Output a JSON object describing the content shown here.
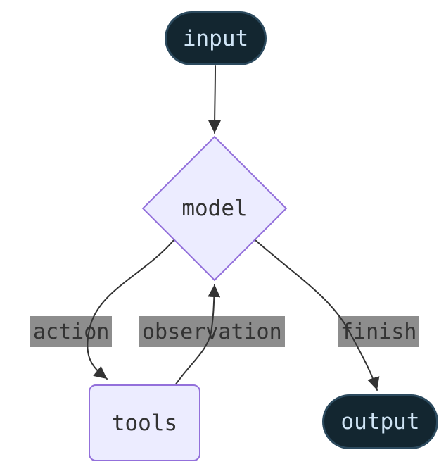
{
  "diagram": {
    "type": "flowchart",
    "nodes": {
      "input": {
        "label": "input",
        "shape": "stadium"
      },
      "model": {
        "label": "model",
        "shape": "diamond"
      },
      "tools": {
        "label": "tools",
        "shape": "rounded-rect"
      },
      "output": {
        "label": "output",
        "shape": "stadium"
      }
    },
    "edges": {
      "input_to_model": {
        "from": "input",
        "to": "model",
        "label": ""
      },
      "model_to_tools": {
        "from": "model",
        "to": "tools",
        "label": "action"
      },
      "tools_to_model": {
        "from": "tools",
        "to": "model",
        "label": "observation"
      },
      "model_to_output": {
        "from": "model",
        "to": "output",
        "label": "finish"
      }
    },
    "colors": {
      "background": "#ffffff",
      "dark_node_fill": "#132630",
      "dark_node_border": "#2c4a5e",
      "dark_node_text": "#cfe4f5",
      "purple_node_fill": "#ececff",
      "purple_node_border": "#9370db",
      "purple_node_text": "#333333",
      "edge_stroke": "#333333",
      "edge_label_bg": "#8d8d8d",
      "edge_label_text": "#333333"
    }
  }
}
